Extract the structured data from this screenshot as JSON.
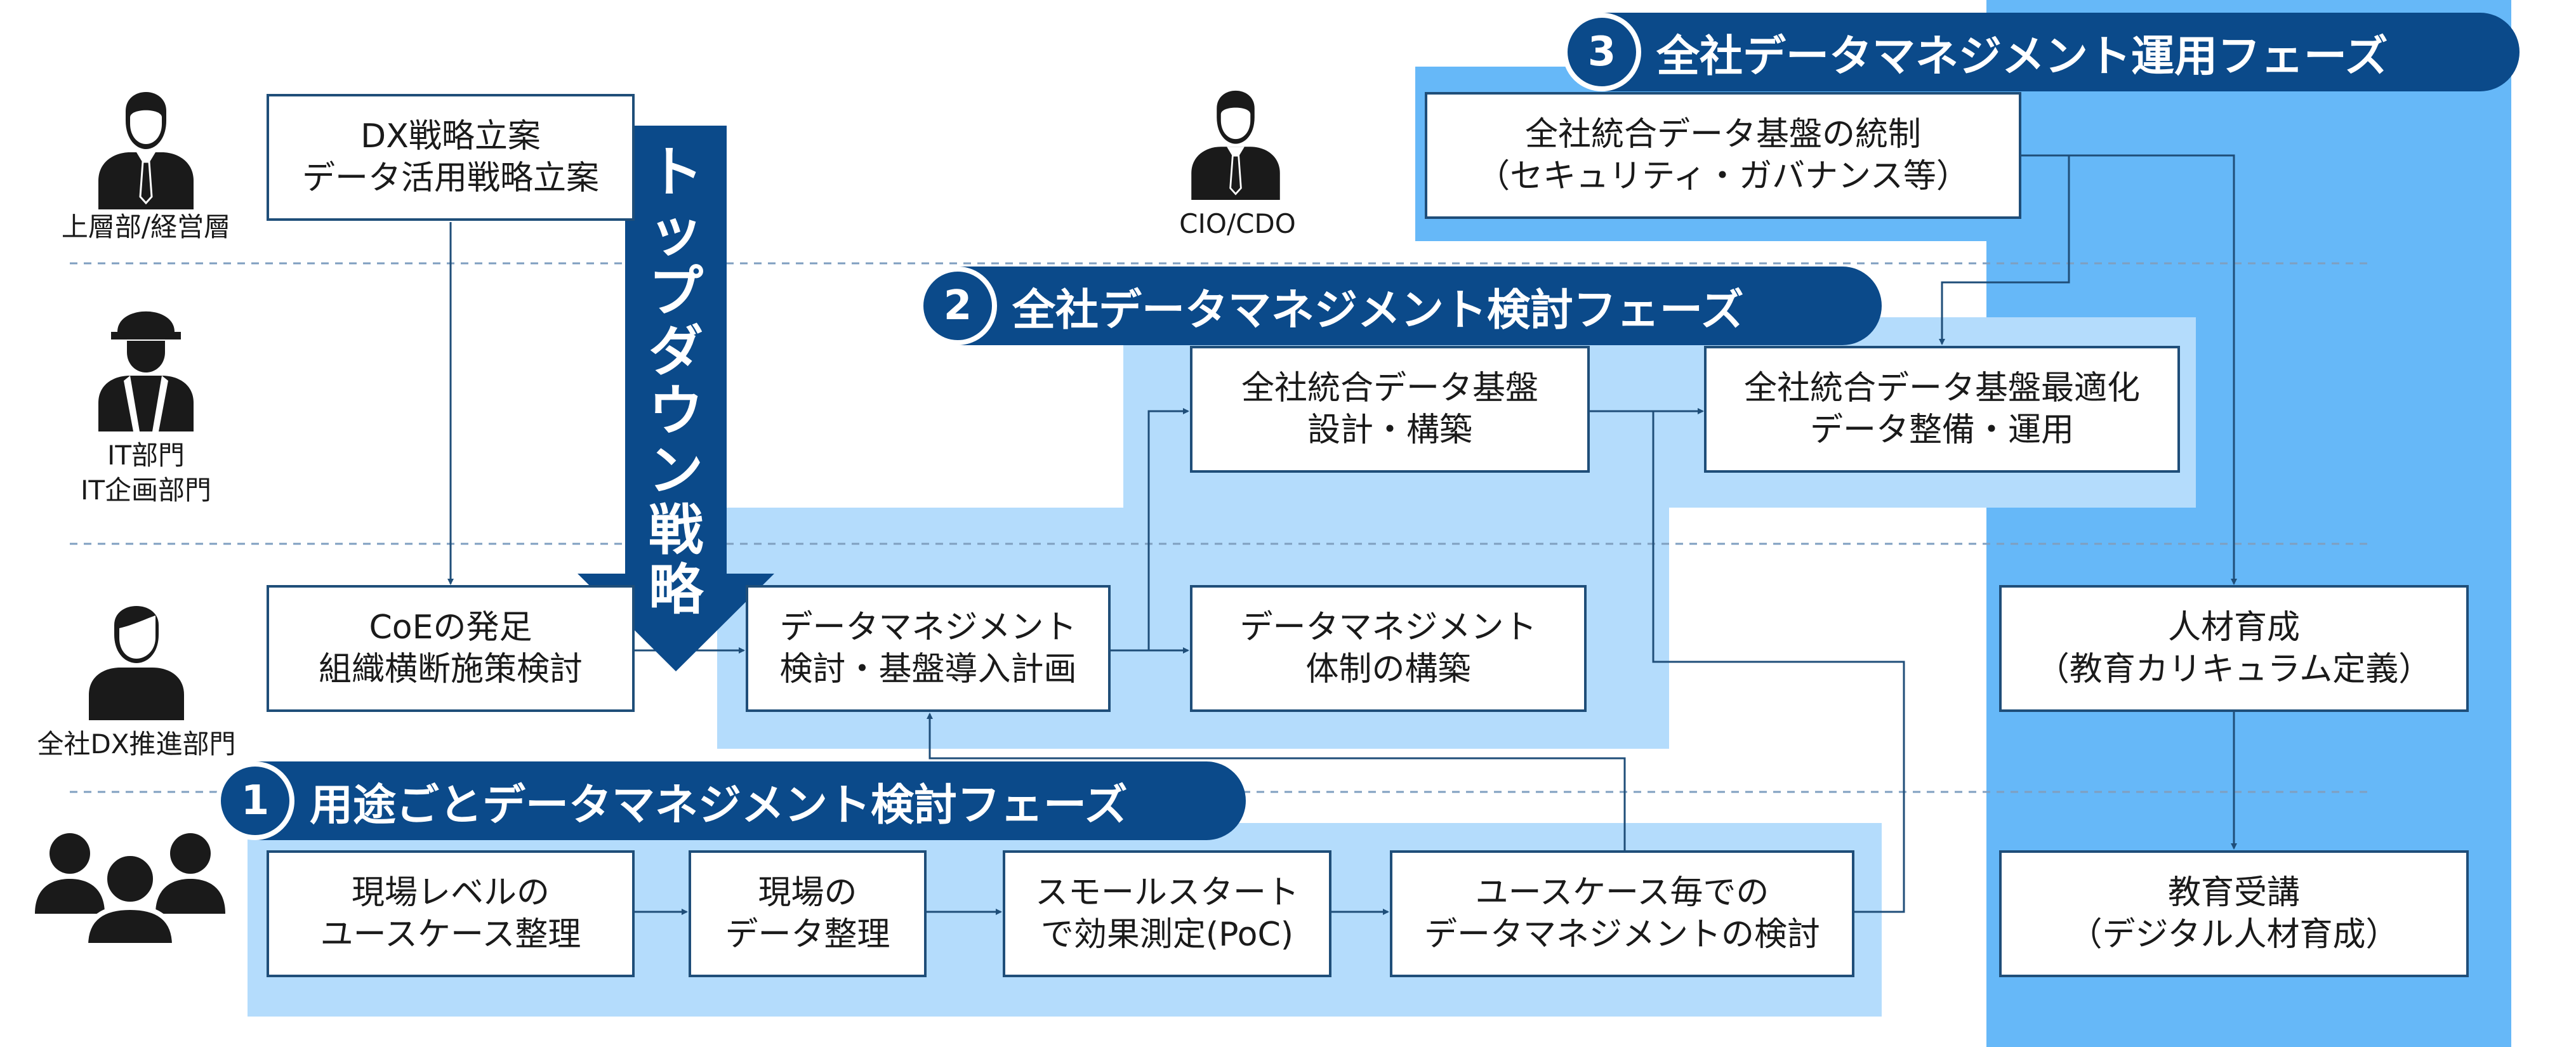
{
  "roles": {
    "executives": "上層部/経営層",
    "it_line1": "IT部門",
    "it_line2": "IT企画部門",
    "dx_promotion": "全社DX推進部門",
    "cio_cdo": "CIO/CDO"
  },
  "topdown": [
    "ト",
    "ッ",
    "プ",
    "ダ",
    "ウ",
    "ン",
    "戦",
    "略"
  ],
  "phases": {
    "p1": {
      "num": "1",
      "label": "用途ごとデータマネジメント検討フェーズ"
    },
    "p2": {
      "num": "2",
      "label": "全社データマネジメント検討フェーズ"
    },
    "p3": {
      "num": "3",
      "label": "全社データマネジメント運用フェーズ"
    }
  },
  "boxes": {
    "dx_strategy": [
      "DX戦略立案",
      "データ活用戦略立案"
    ],
    "coe": [
      "CoEの発足",
      "組織横断施策検討"
    ],
    "dm_plan": [
      "データマネジメント",
      "検討・基盤導入計画"
    ],
    "dm_org": [
      "データマネジメント",
      "体制の構築"
    ],
    "platform_build": [
      "全社統合データ基盤",
      "設計・構築"
    ],
    "platform_optimize": [
      "全社統合データ基盤最適化",
      "データ整備・運用"
    ],
    "governance": [
      "全社統合データ基盤の統制",
      "（セキュリティ・ガバナンス等）"
    ],
    "hr_dev": [
      "人材育成",
      "（教育カリキュラム定義）"
    ],
    "training": [
      "教育受講",
      "（デジタル人材育成）"
    ],
    "site_usecase": [
      "現場レベルの",
      "ユースケース整理"
    ],
    "site_data": [
      "現場の",
      "データ整理"
    ],
    "small_start": [
      "スモールスタート",
      "で効果測定(PoC)"
    ],
    "usecase_dm": [
      "ユースケース毎での",
      "データマネジメントの検討"
    ]
  },
  "colors": {
    "dark_blue": "#0b4a8a",
    "border_blue": "#1f4e79",
    "light_band": "#b4dcfc",
    "mid_band": "#66b8f8"
  }
}
